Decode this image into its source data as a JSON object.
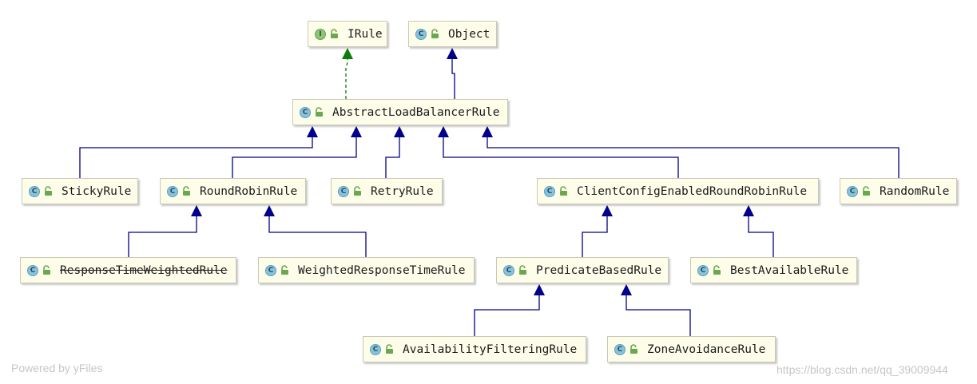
{
  "diagram": {
    "nodes": [
      {
        "id": "IRule",
        "label": "IRule",
        "kind": "I"
      },
      {
        "id": "Object",
        "label": "Object",
        "kind": "C"
      },
      {
        "id": "AbstractLoadBalancerRule",
        "label": "AbstractLoadBalancerRule",
        "kind": "C"
      },
      {
        "id": "StickyRule",
        "label": "StickyRule",
        "kind": "C"
      },
      {
        "id": "RoundRobinRule",
        "label": "RoundRobinRule",
        "kind": "C"
      },
      {
        "id": "RetryRule",
        "label": "RetryRule",
        "kind": "C"
      },
      {
        "id": "ClientConfigEnabledRoundRobinRule",
        "label": "ClientConfigEnabledRoundRobinRule",
        "kind": "C"
      },
      {
        "id": "RandomRule",
        "label": "RandomRule",
        "kind": "C"
      },
      {
        "id": "ResponseTimeWeightedRule",
        "label": "ResponseTimeWeightedRule",
        "kind": "C",
        "deprecated": true
      },
      {
        "id": "WeightedResponseTimeRule",
        "label": "WeightedResponseTimeRule",
        "kind": "C"
      },
      {
        "id": "PredicateBasedRule",
        "label": "PredicateBasedRule",
        "kind": "C"
      },
      {
        "id": "BestAvailableRule",
        "label": "BestAvailableRule",
        "kind": "C"
      },
      {
        "id": "AvailabilityFilteringRule",
        "label": "AvailabilityFilteringRule",
        "kind": "C"
      },
      {
        "id": "ZoneAvoidanceRule",
        "label": "ZoneAvoidanceRule",
        "kind": "C"
      }
    ],
    "edges": [
      {
        "from": "AbstractLoadBalancerRule",
        "to": "IRule",
        "type": "implements"
      },
      {
        "from": "AbstractLoadBalancerRule",
        "to": "Object",
        "type": "extends"
      },
      {
        "from": "StickyRule",
        "to": "AbstractLoadBalancerRule",
        "type": "extends"
      },
      {
        "from": "RoundRobinRule",
        "to": "AbstractLoadBalancerRule",
        "type": "extends"
      },
      {
        "from": "RetryRule",
        "to": "AbstractLoadBalancerRule",
        "type": "extends"
      },
      {
        "from": "ClientConfigEnabledRoundRobinRule",
        "to": "AbstractLoadBalancerRule",
        "type": "extends"
      },
      {
        "from": "RandomRule",
        "to": "AbstractLoadBalancerRule",
        "type": "extends"
      },
      {
        "from": "ResponseTimeWeightedRule",
        "to": "RoundRobinRule",
        "type": "extends"
      },
      {
        "from": "WeightedResponseTimeRule",
        "to": "RoundRobinRule",
        "type": "extends"
      },
      {
        "from": "PredicateBasedRule",
        "to": "ClientConfigEnabledRoundRobinRule",
        "type": "extends"
      },
      {
        "from": "BestAvailableRule",
        "to": "ClientConfigEnabledRoundRobinRule",
        "type": "extends"
      },
      {
        "from": "AvailabilityFilteringRule",
        "to": "PredicateBasedRule",
        "type": "extends"
      },
      {
        "from": "ZoneAvoidanceRule",
        "to": "PredicateBasedRule",
        "type": "extends"
      }
    ]
  },
  "colors": {
    "extends_edge": "#00008b",
    "implements_edge": "#0a7d0a",
    "node_fill": "#fdfdea",
    "class_icon": "#87c4dc",
    "interface_icon": "#8fc478",
    "lock_icon": "#6aa84f"
  },
  "icons": {
    "class_badge": "class-icon",
    "interface_badge": "interface-icon",
    "visibility": "lock-icon"
  },
  "watermarks": {
    "left": "Powered by yFiles",
    "right": "https://blog.csdn.net/qq_39009944"
  }
}
